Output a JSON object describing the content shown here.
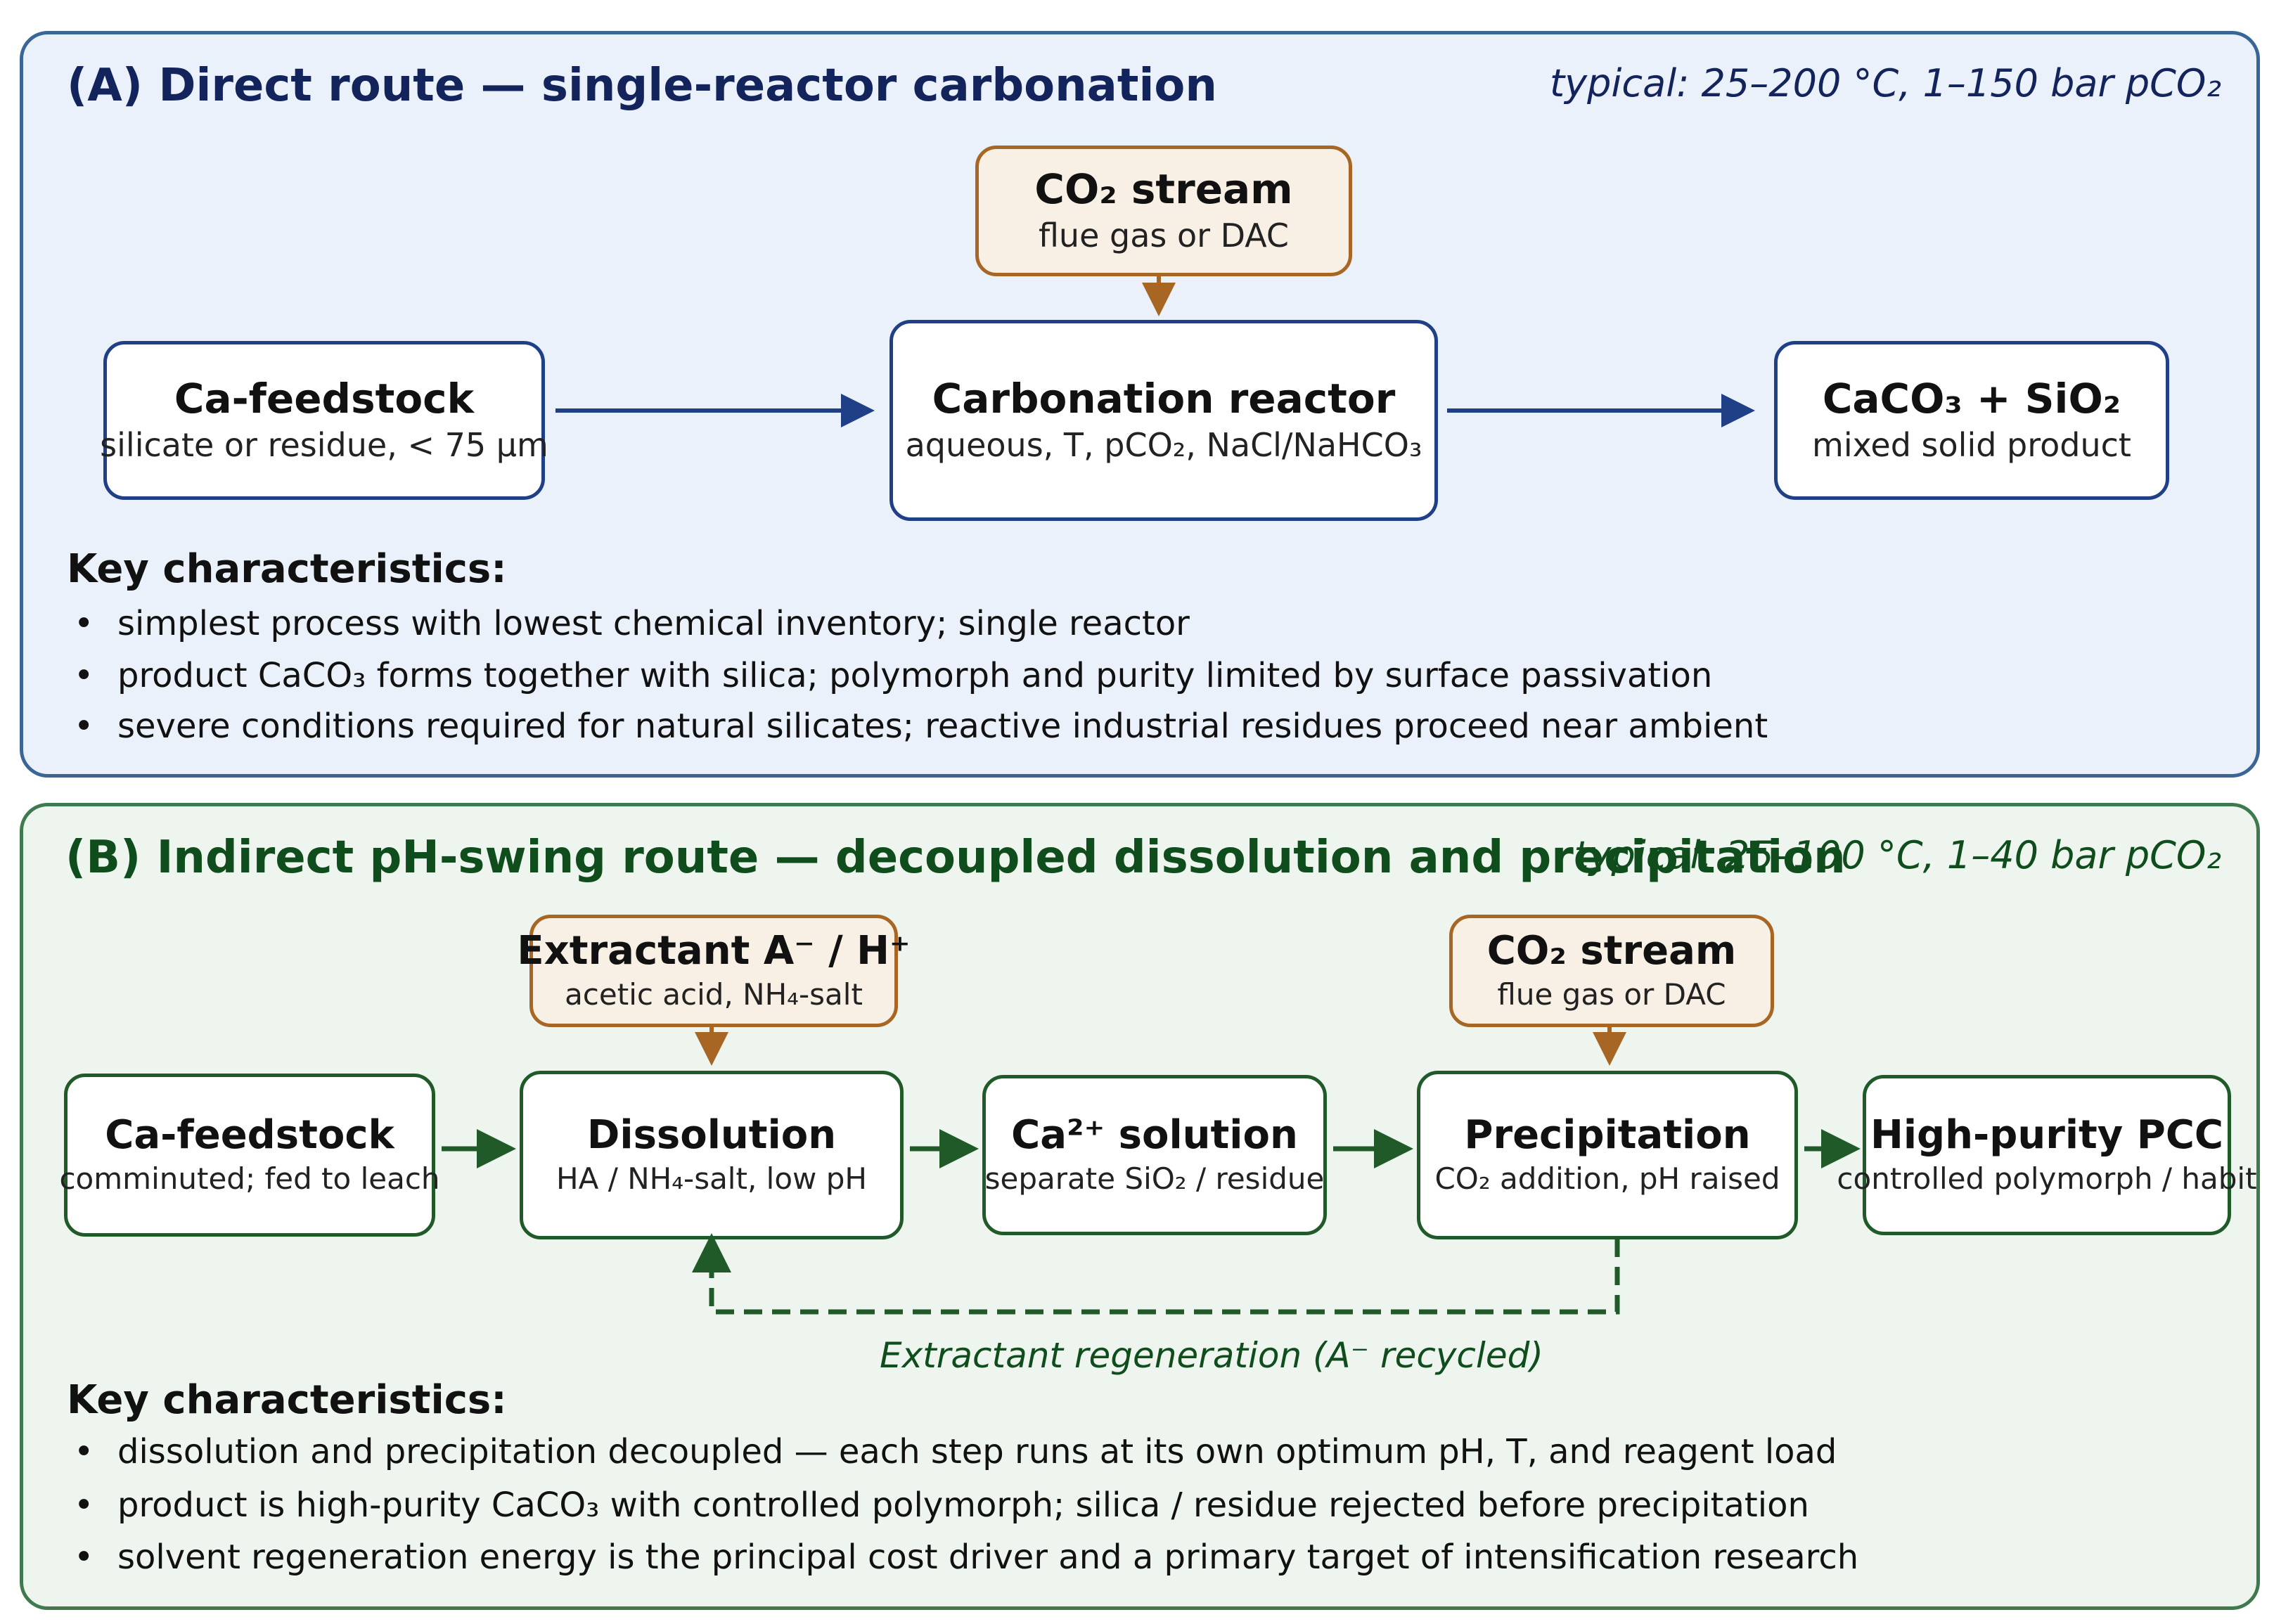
{
  "panel_a": {
    "title": "(A) Direct route — single-reactor carbonation",
    "conditions": "typical: 25–200 °C, 1–150 bar pCO₂",
    "co2_stream": {
      "title": "CO₂ stream",
      "subtitle": "flue gas or DAC"
    },
    "feedstock": {
      "title": "Ca-feedstock",
      "subtitle": "silicate or residue, < 75 μm"
    },
    "reactor": {
      "title": "Carbonation reactor",
      "subtitle": "aqueous, T, pCO₂, NaCl/NaHCO₃"
    },
    "product": {
      "title": "CaCO₃ + SiO₂",
      "subtitle": "mixed solid product"
    },
    "key_heading": "Key characteristics:",
    "bullets": [
      "simplest process with lowest chemical inventory; single reactor",
      "product CaCO₃ forms together with silica; polymorph and purity limited by surface passivation",
      "severe conditions required for natural silicates; reactive industrial residues proceed near ambient"
    ]
  },
  "panel_b": {
    "title": "(B) Indirect pH-swing route — decoupled dissolution and precipitation",
    "conditions": "typical: 25–100 °C, 1–40 bar pCO₂",
    "extractant": {
      "title": "Extractant A⁻ / H⁺",
      "subtitle": "acetic acid, NH₄-salt"
    },
    "co2_stream": {
      "title": "CO₂ stream",
      "subtitle": "flue gas or DAC"
    },
    "feedstock": {
      "title": "Ca-feedstock",
      "subtitle": "comminuted; fed to leach"
    },
    "dissolution": {
      "title": "Dissolution",
      "subtitle": "HA / NH₄-salt, low pH"
    },
    "solution": {
      "title": "Ca²⁺ solution",
      "subtitle": "separate SiO₂ / residue"
    },
    "precipitation": {
      "title": "Precipitation",
      "subtitle": "CO₂ addition, pH raised"
    },
    "product": {
      "title": "High-purity PCC",
      "subtitle": "controlled polymorph / habit"
    },
    "loop_label": "Extractant regeneration (A⁻ recycled)",
    "key_heading": "Key characteristics:",
    "bullets": [
      "dissolution and precipitation decoupled — each step runs at its own optimum pH, T, and reagent load",
      "product is high-purity CaCO₃ with controlled polymorph; silica / residue rejected before precipitation",
      "solvent regeneration energy is the principal cost driver and a primary target of intensification research"
    ]
  },
  "colors": {
    "panel_a_bg": "#eaf1fa",
    "panel_a_border": "#3a6597",
    "panel_a_title": "#13245c",
    "panel_b_bg": "#eef4ee",
    "panel_b_border": "#3f7a4e",
    "panel_b_title": "#0f4d1c",
    "input_box_fill": "#f8f0e4",
    "input_box_border": "#a76623",
    "arrow_a": "#1f3f87",
    "arrow_b": "#215a29",
    "input_arrow": "#a76623"
  }
}
